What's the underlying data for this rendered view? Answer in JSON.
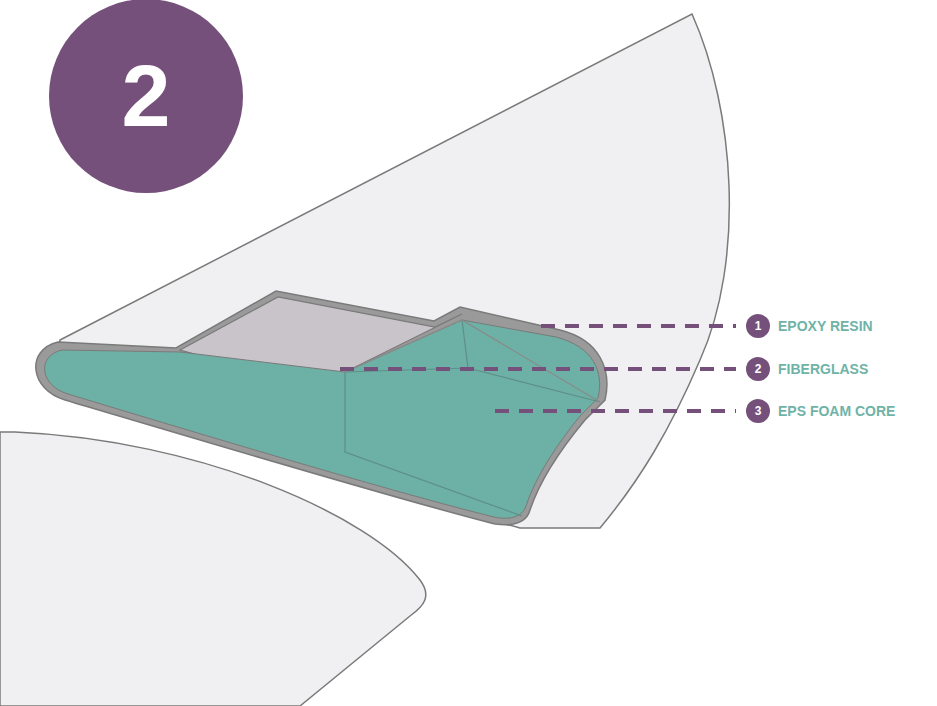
{
  "diagram": {
    "nodes": [
      {
        "text": [
          "2"
        ]
      },
      {
        "text": [
          "1"
        ]
      },
      {
        "text": [
          "2"
        ]
      },
      {
        "text": [
          "3"
        ]
      }
    ],
    "labels": [
      "EPOXY RESIN",
      "FIBERGLASS",
      "EPS FOAM CORE"
    ]
  }
}
